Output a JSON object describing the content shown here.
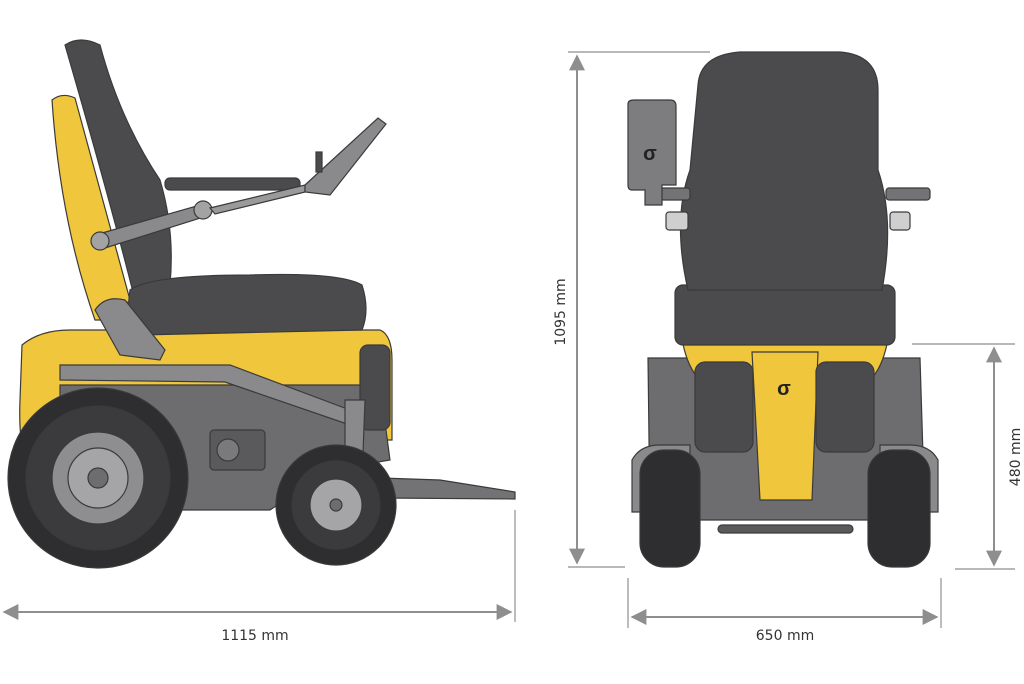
{
  "dimensions": {
    "length_label": "1115 mm",
    "height_label": "1095 mm",
    "seat_height_label": "480 mm",
    "width_label": "650 mm"
  },
  "colors": {
    "yellow": "#f0c63c",
    "dark": "#4b4b4d",
    "mid": "#737375",
    "light": "#a3a3a3",
    "dimension_line": "#8e8e8e"
  }
}
